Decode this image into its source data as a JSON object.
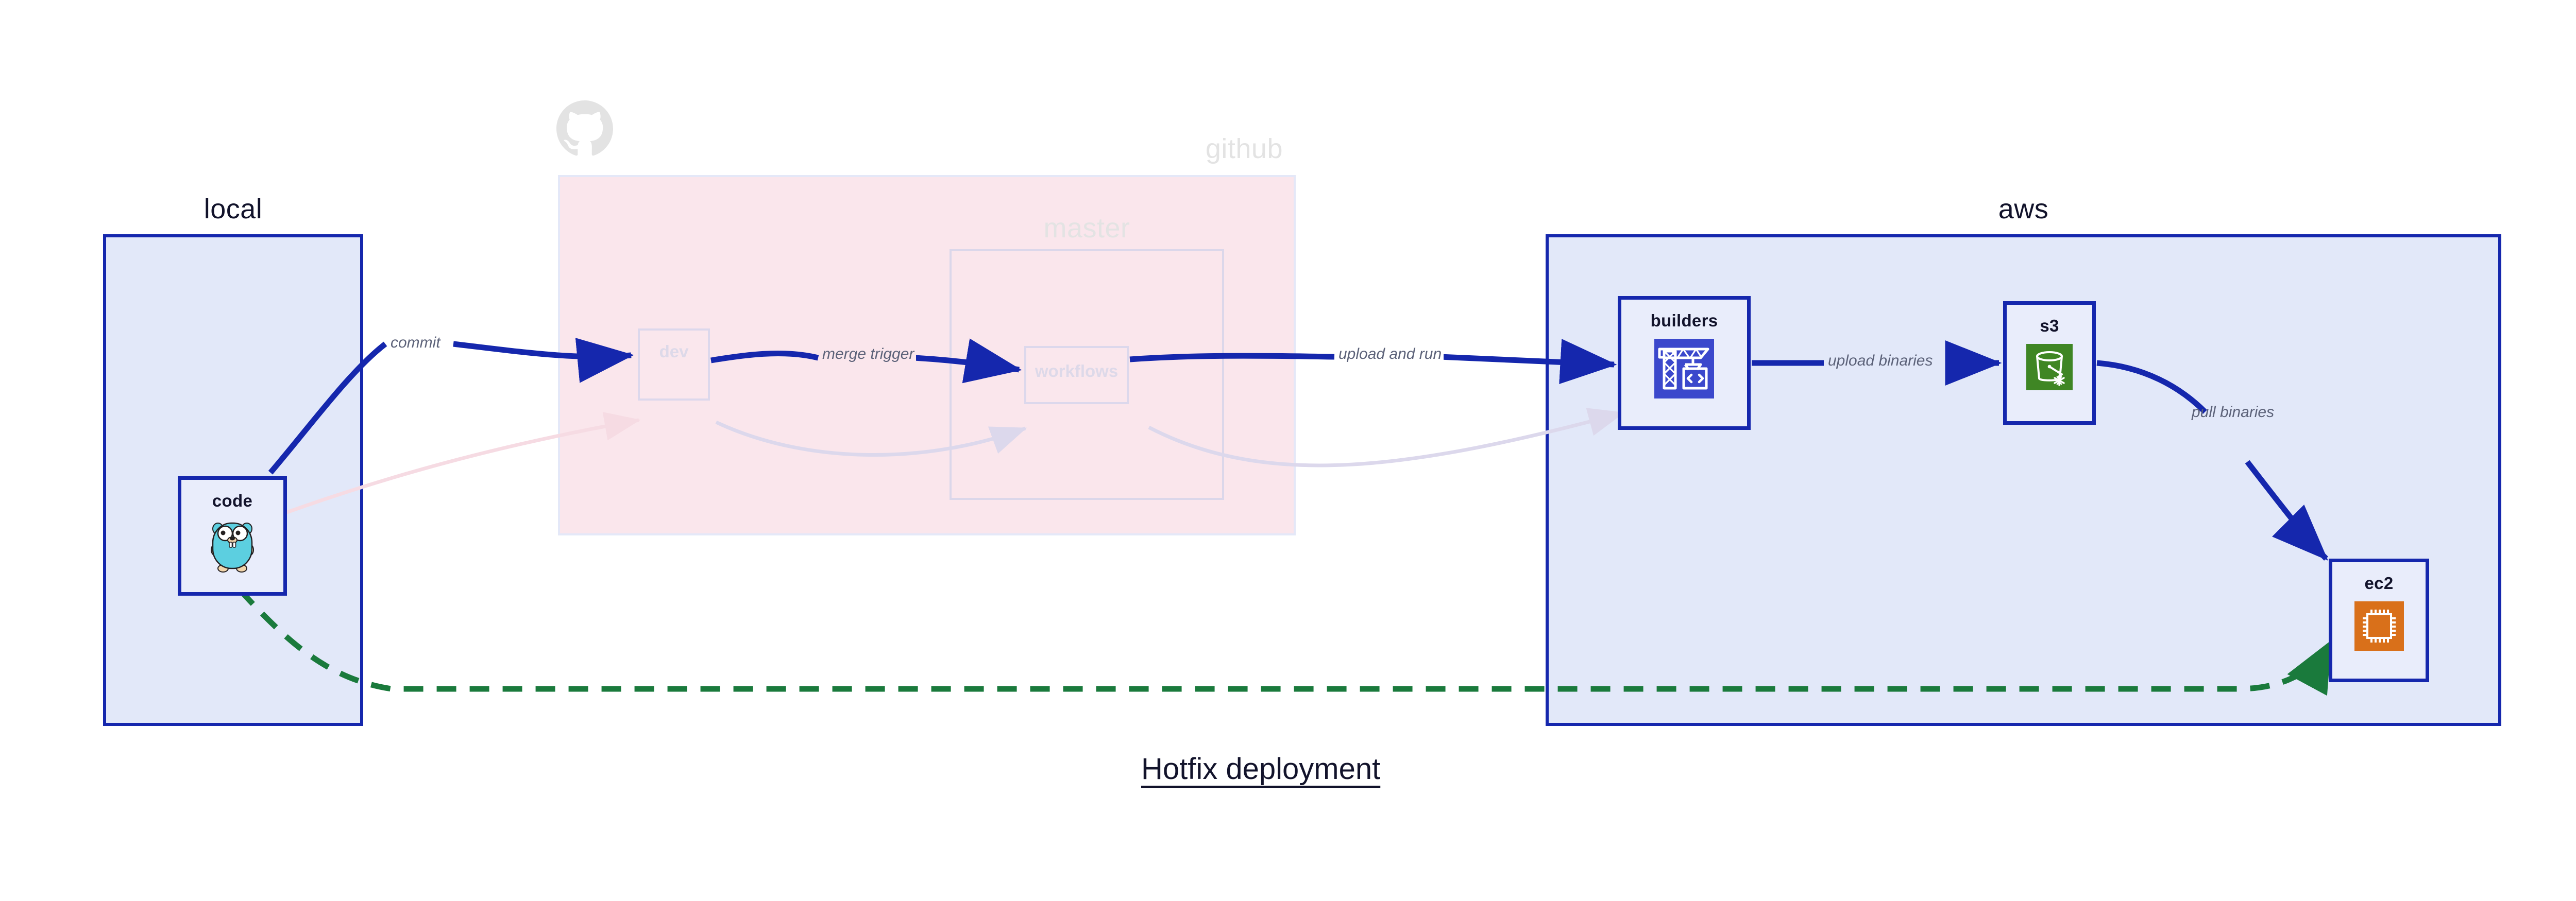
{
  "diagram": {
    "title": "Hotfix deployment",
    "colors": {
      "node_border": "#1527ad",
      "node_fill": "#e9edfb",
      "region_local_fill": "#e2e8f9",
      "region_aws_fill": "#e2e8f9",
      "region_github_fill": "#fae6ec",
      "edge_active": "#1527ad",
      "edge_ghost": "#dcd8ec",
      "edge_hotfix": "#1a7a3c",
      "label_text": "#5c6279",
      "title_text": "#12132b",
      "faded_text": "#e3e3e3",
      "builders_icon": "#3b48cc",
      "s3_icon": "#3f8624",
      "ec2_icon": "#d9701a",
      "gopher_body": "#5ccfe0",
      "github_logo": "#e3e3e3"
    }
  },
  "clusters": [
    {
      "id": "local",
      "label": "local",
      "faded": false
    },
    {
      "id": "github",
      "label": "github",
      "faded": true
    },
    {
      "id": "master",
      "label": "master",
      "faded": true
    },
    {
      "id": "aws",
      "label": "aws",
      "faded": false
    }
  ],
  "nodes": [
    {
      "id": "code",
      "label": "code",
      "icon": "go-gopher-icon",
      "state": "active"
    },
    {
      "id": "dev",
      "label": "dev",
      "icon": "none",
      "state": "ghost"
    },
    {
      "id": "workflows",
      "label": "workflows",
      "icon": "none",
      "state": "ghost"
    },
    {
      "id": "builders",
      "label": "builders",
      "icon": "aws-codebuild-icon",
      "state": "active"
    },
    {
      "id": "s3",
      "label": "s3",
      "icon": "aws-s3-glacier-icon",
      "state": "active"
    },
    {
      "id": "ec2",
      "label": "ec2",
      "icon": "aws-ec2-icon",
      "state": "active"
    }
  ],
  "edges": [
    {
      "id": "commit",
      "from": "code",
      "to": "dev",
      "label": "commit",
      "style": "solid",
      "state": "active"
    },
    {
      "id": "merge-trigger",
      "from": "dev",
      "to": "workflows",
      "label": "merge trigger",
      "style": "solid",
      "state": "active"
    },
    {
      "id": "upload-and-run",
      "from": "workflows",
      "to": "builders",
      "label": "upload and run",
      "style": "solid",
      "state": "active"
    },
    {
      "id": "upload-binaries",
      "from": "builders",
      "to": "s3",
      "label": "upload binaries",
      "style": "solid",
      "state": "active"
    },
    {
      "id": "pull-binaries",
      "from": "s3",
      "to": "ec2",
      "label": "pull binaries",
      "style": "solid",
      "state": "active"
    },
    {
      "id": "hotfix",
      "from": "code",
      "to": "ec2",
      "label": "",
      "style": "dashed",
      "state": "hotfix"
    },
    {
      "id": "ghost-commit",
      "from": "code",
      "to": "dev",
      "label": "",
      "style": "solid",
      "state": "ghost"
    },
    {
      "id": "ghost-merge",
      "from": "dev",
      "to": "workflows",
      "label": "",
      "style": "solid",
      "state": "ghost"
    },
    {
      "id": "ghost-upload",
      "from": "workflows",
      "to": "builders",
      "label": "",
      "style": "solid",
      "state": "ghost"
    }
  ]
}
